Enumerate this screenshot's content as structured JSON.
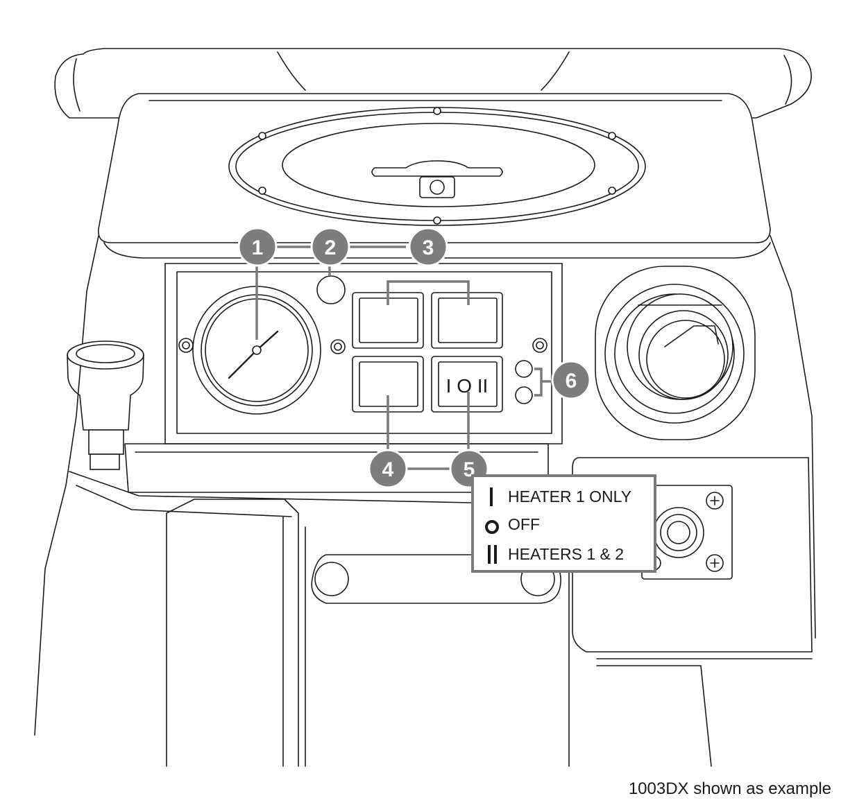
{
  "callouts": {
    "c1": "1",
    "c2": "2",
    "c3": "3",
    "c4": "4",
    "c5": "5",
    "c6": "6"
  },
  "switch_symbol": "I O II",
  "legend": {
    "heater1": "HEATER 1 ONLY",
    "off": "OFF",
    "heaters12": "HEATERS 1 & 2"
  },
  "caption": "1003DX shown as example",
  "colors": {
    "callout": "#7d7d7d",
    "line": "#1a1a1a",
    "callout_connector": "#7a7a7a"
  }
}
